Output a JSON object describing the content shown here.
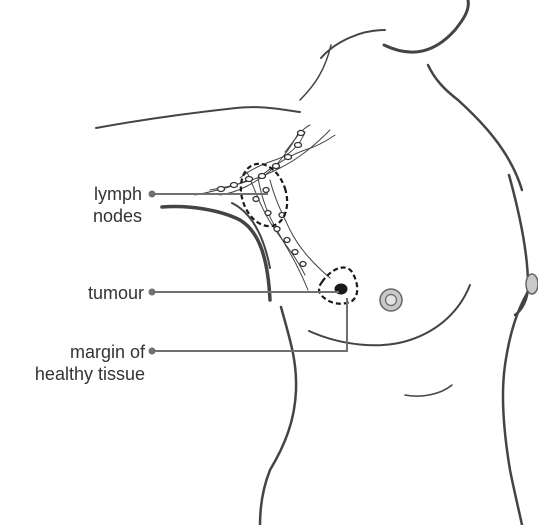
{
  "labels": {
    "lymph_nodes": [
      "lymph",
      "nodes"
    ],
    "tumour": "tumour",
    "margin": [
      "margin of",
      "healthy tissue"
    ]
  },
  "colors": {
    "outline": "#444444",
    "text": "#333333",
    "leader_line": "#707070",
    "background": "#ffffff"
  }
}
